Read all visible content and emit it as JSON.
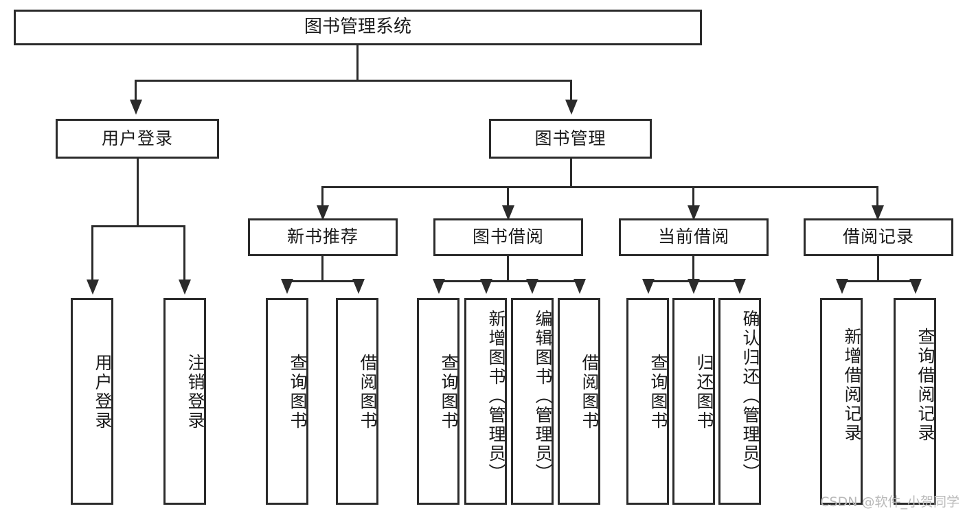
{
  "diagram": {
    "type": "tree",
    "title": "图书管理系统",
    "watermark": "CSDN @软件_小贺同学",
    "colors": {
      "background": "#ffffff",
      "stroke": "#2b2b2b",
      "text": "#1a1a1a",
      "watermark": "#b9b9b9"
    },
    "root": {
      "label": "图书管理系统"
    },
    "level2": [
      {
        "label": "用户登录"
      },
      {
        "label": "图书管理"
      }
    ],
    "level3": [
      {
        "label": "新书推荐"
      },
      {
        "label": "图书借阅"
      },
      {
        "label": "当前借阅"
      },
      {
        "label": "借阅记录"
      }
    ],
    "leaves": {
      "user_login": [
        {
          "label": "用户登录"
        },
        {
          "label": "注销登录"
        }
      ],
      "new_book": [
        {
          "label": "查询图书"
        },
        {
          "label": "借阅图书"
        }
      ],
      "borrow": [
        {
          "label": "查询图书"
        },
        {
          "label": "新增图书（管理员）"
        },
        {
          "label": "编辑图书（管理员）"
        },
        {
          "label": "借阅图书"
        }
      ],
      "current": [
        {
          "label": "查询图书"
        },
        {
          "label": "归还图书"
        },
        {
          "label": "确认归还（管理员）"
        }
      ],
      "records": [
        {
          "label": "新增借阅记录"
        },
        {
          "label": "查询借阅记录"
        }
      ]
    }
  }
}
